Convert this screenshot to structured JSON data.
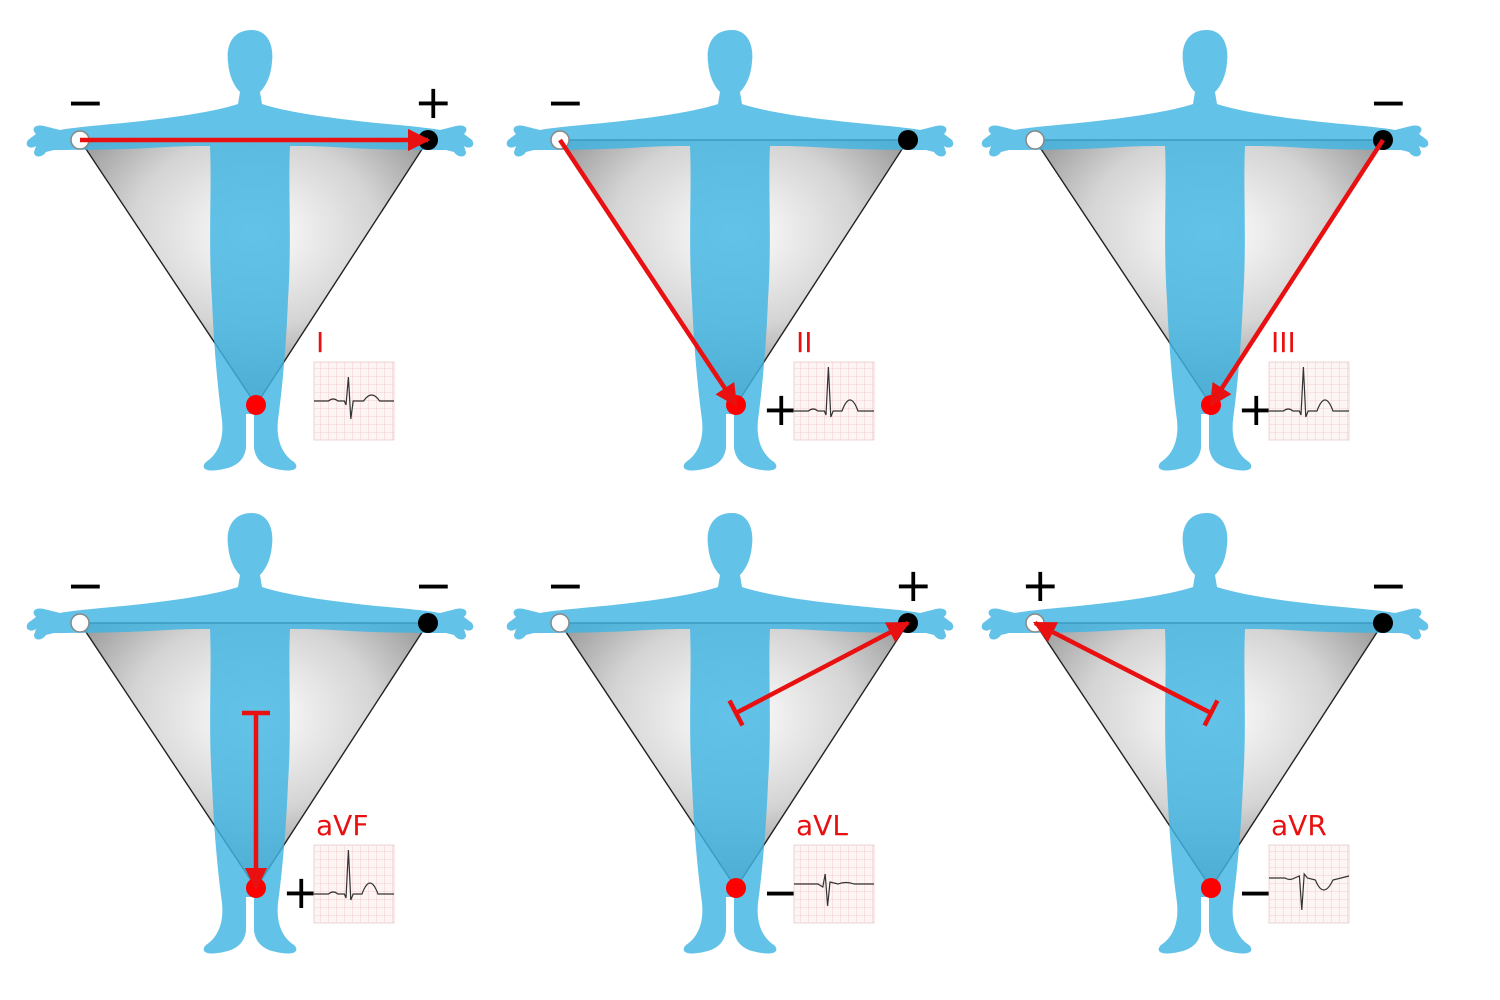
{
  "colors": {
    "body": "#41b4e3",
    "arrow": "#e81010",
    "label": "#e81010",
    "right_arm_electrode": "#ffffff",
    "left_arm_electrode": "#000000",
    "leg_electrode": "#ff0000",
    "triangle_edge": "#222222",
    "ecg_grid": "#f0b8b8",
    "ecg_trace": "#333333"
  },
  "panels": [
    {
      "lead": "I",
      "signs": {
        "right_arm": "−",
        "left_arm": "+",
        "leg": ""
      },
      "arrow": {
        "from": "right_arm",
        "to": "left_arm",
        "augmented": false
      },
      "ecg": "upright"
    },
    {
      "lead": "II",
      "signs": {
        "right_arm": "−",
        "left_arm": "",
        "leg": "+"
      },
      "arrow": {
        "from": "right_arm",
        "to": "leg",
        "augmented": false
      },
      "ecg": "tall"
    },
    {
      "lead": "III",
      "signs": {
        "right_arm": "",
        "left_arm": "−",
        "leg": "+"
      },
      "arrow": {
        "from": "left_arm",
        "to": "leg",
        "augmented": false
      },
      "ecg": "tall"
    },
    {
      "lead": "aVF",
      "signs": {
        "right_arm": "−",
        "left_arm": "−",
        "leg": "+"
      },
      "arrow": {
        "from": "center",
        "to": "leg",
        "augmented": true
      },
      "ecg": "tall"
    },
    {
      "lead": "aVL",
      "signs": {
        "right_arm": "−",
        "left_arm": "+",
        "leg": "−"
      },
      "arrow": {
        "from": "center",
        "to": "left_arm",
        "augmented": true
      },
      "ecg": "biphasic"
    },
    {
      "lead": "aVR",
      "signs": {
        "right_arm": "+",
        "left_arm": "−",
        "leg": "−"
      },
      "arrow": {
        "from": "center",
        "to": "right_arm",
        "augmented": true
      },
      "ecg": "inverted"
    }
  ]
}
